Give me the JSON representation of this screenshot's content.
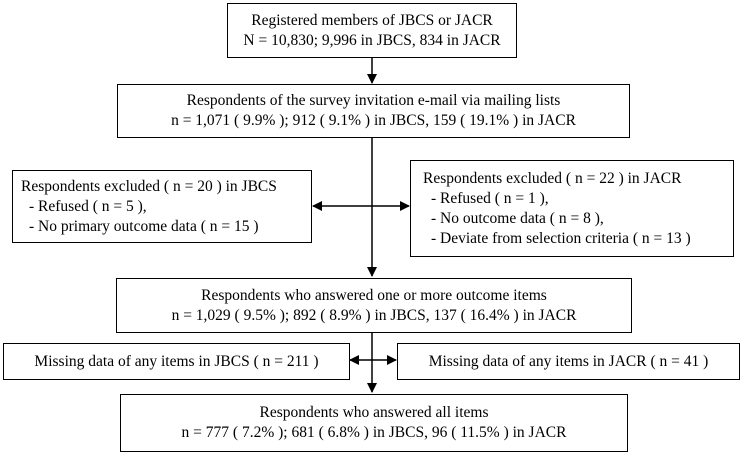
{
  "boxes": {
    "registered": {
      "line1": "Registered members of JBCS or JACR",
      "line2": "N = 10,830; 9,996 in JBCS, 834 in JACR"
    },
    "respondents_invite": {
      "line1": "Respondents of the survey invitation e-mail via mailing lists",
      "line2": "n = 1,071 ( 9.9% ); 912 ( 9.1% ) in JBCS, 159 ( 19.1% ) in JACR"
    },
    "excluded_jbcs": {
      "title": "Respondents excluded ( n = 20 ) in JBCS",
      "items": [
        "- Refused ( n = 5 ),",
        "- No primary outcome data ( n = 15 )"
      ]
    },
    "excluded_jacr": {
      "title": "Respondents excluded ( n = 22 ) in JACR",
      "items": [
        "- Refused ( n = 1 ),",
        "- No outcome data ( n = 8 ),",
        "- Deviate from selection criteria ( n = 13 )"
      ]
    },
    "answered_one": {
      "line1": "Respondents who answered one or more outcome items",
      "line2": "n = 1,029 ( 9.5% ); 892 ( 8.9% ) in JBCS, 137 ( 16.4% ) in JACR"
    },
    "missing_jbcs": {
      "line1": "Missing data of any items in JBCS ( n = 211 )"
    },
    "missing_jacr": {
      "line1": "Missing data of any items in JACR ( n = 41 )"
    },
    "answered_all": {
      "line1": "Respondents who answered all items",
      "line2": "n = 777 ( 7.2% ); 681 ( 6.8% ) in JBCS, 96 ( 11.5% ) in JACR"
    }
  }
}
